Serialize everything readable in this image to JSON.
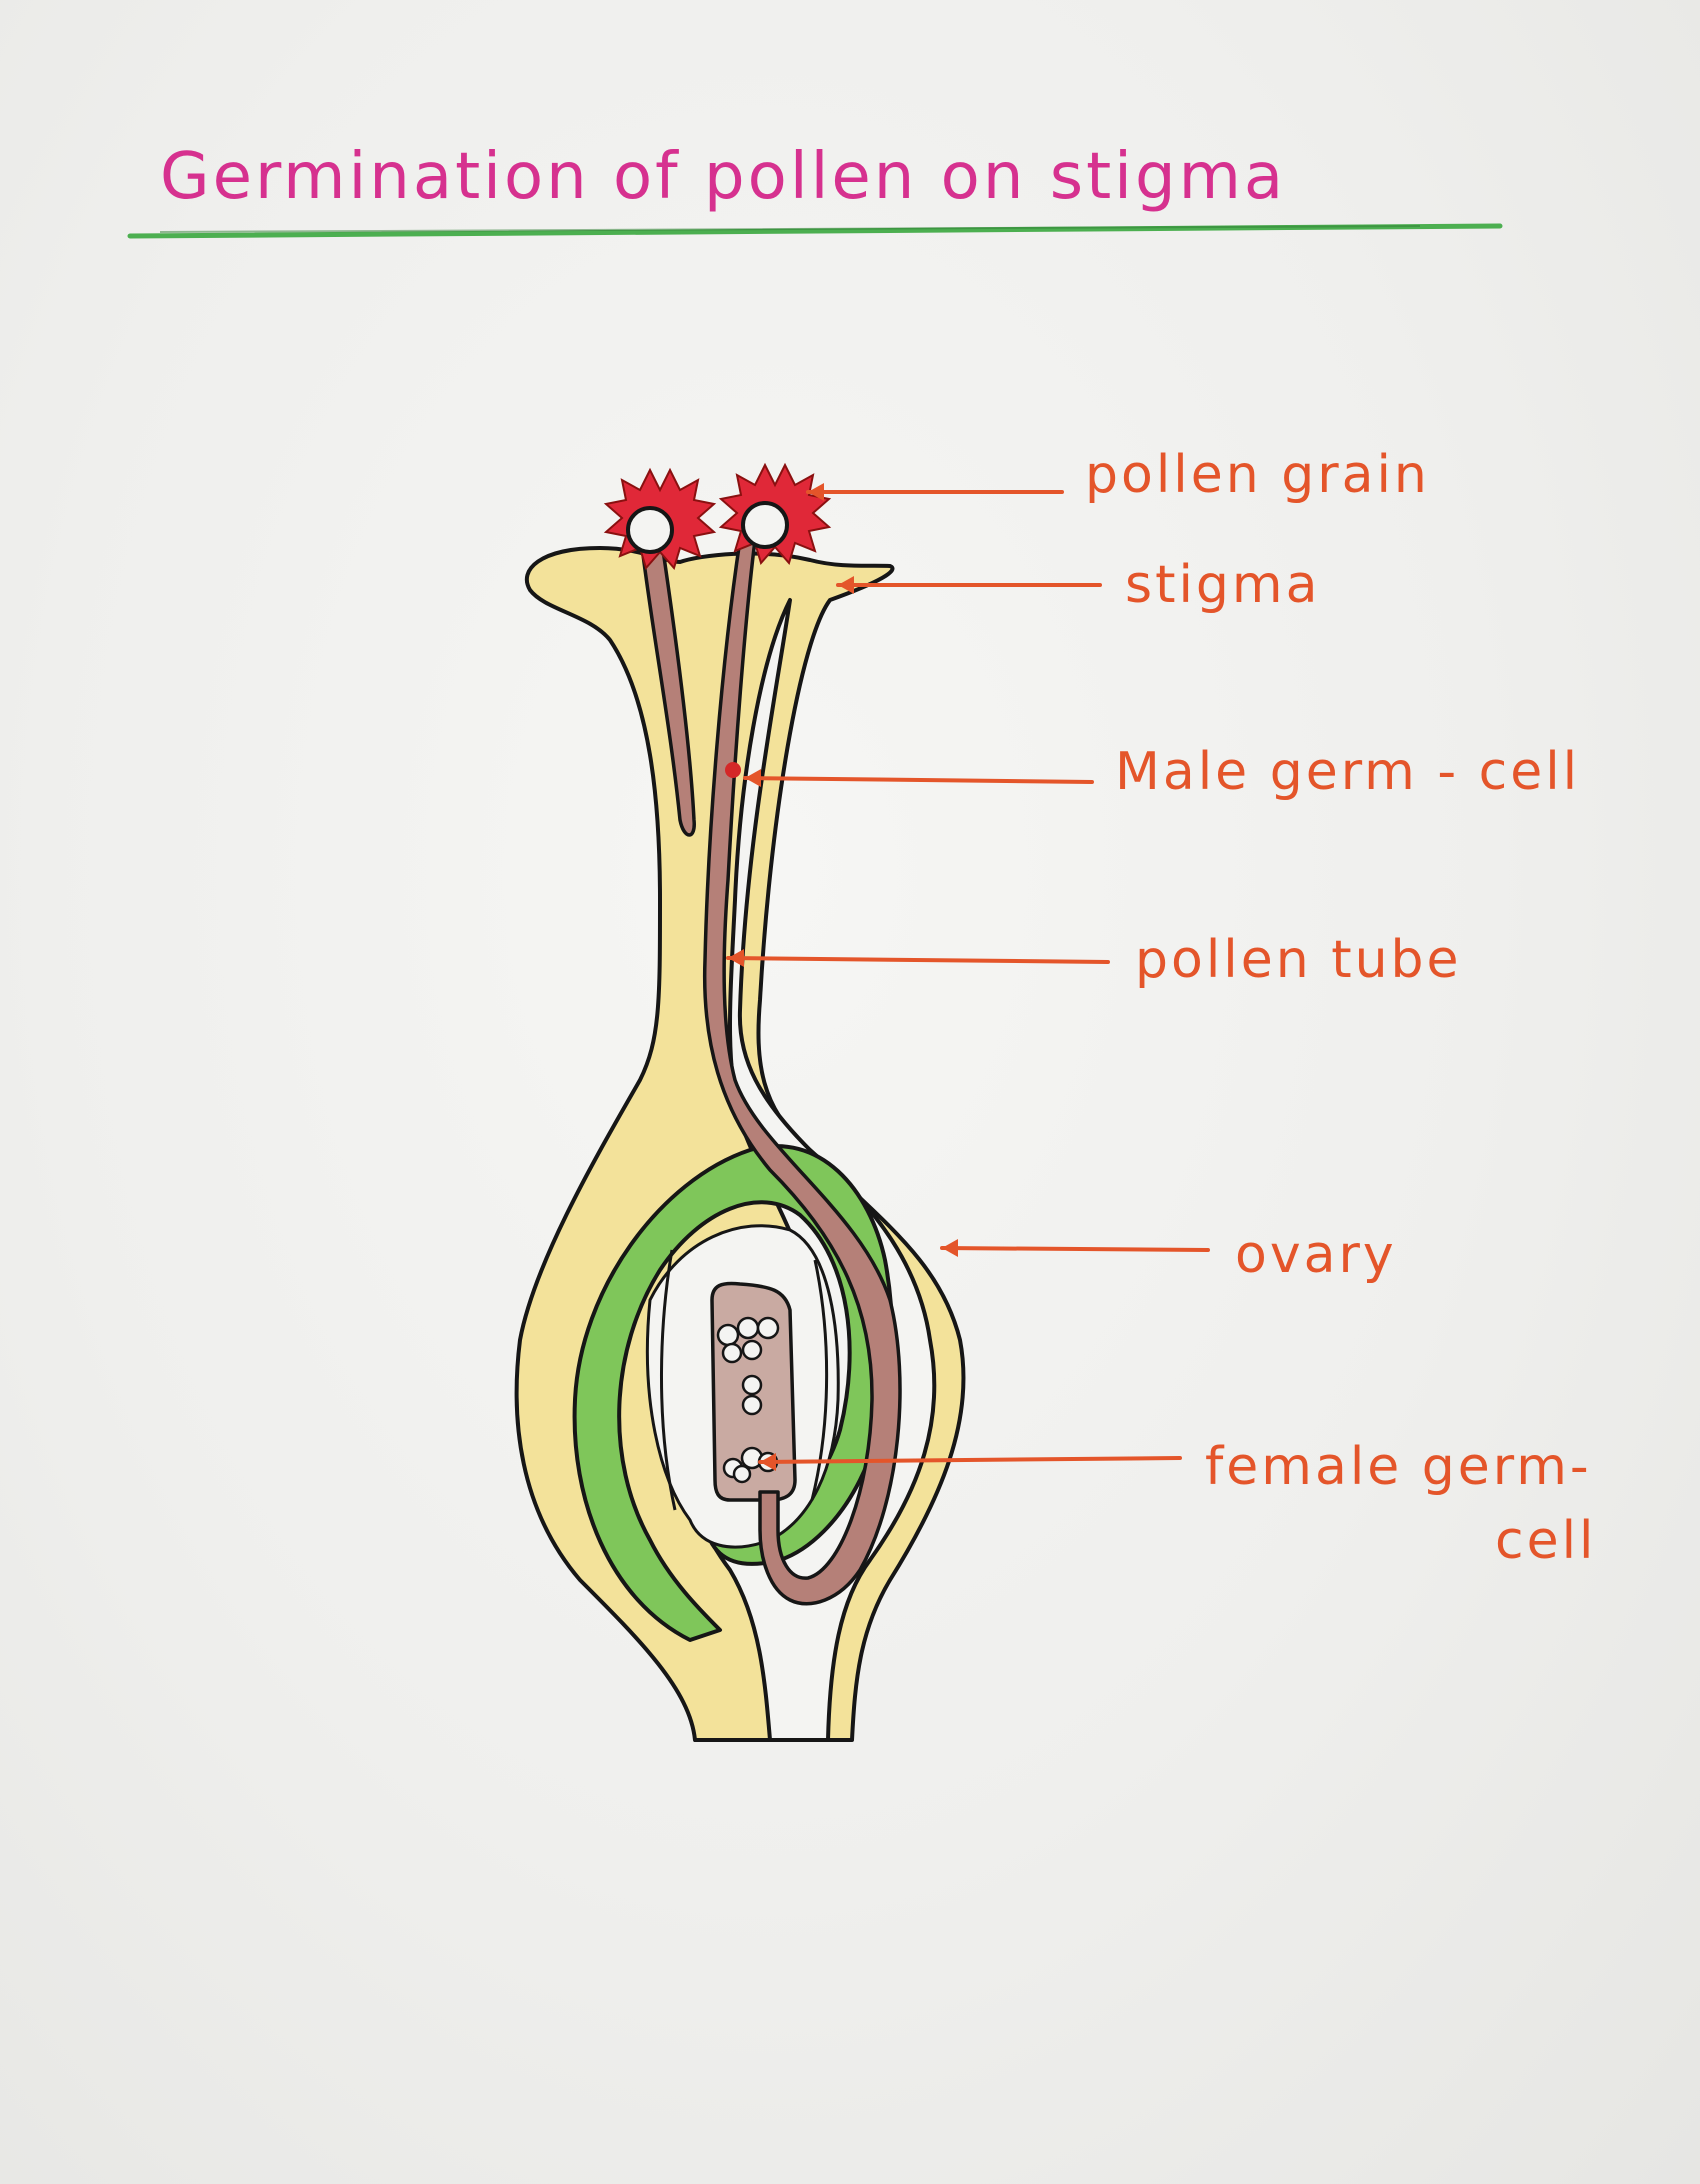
{
  "title": "Germination of pollen on stigma",
  "labels": {
    "pollen_grain": "pollen grain",
    "stigma": "stigma",
    "male_germ_cell": "Male germ - cell",
    "pollen_tube": "pollen tube",
    "ovary": "ovary",
    "female_germ_cell_line1": "female germ-",
    "female_germ_cell_line2": "cell"
  },
  "colors": {
    "title": "#d6318f",
    "underline": "#4caf50",
    "labels": "#e4552a",
    "style_fill": "#f3e29a",
    "ovule_wall": "#6fc04a",
    "pollen_tube": "#b07a72",
    "pollen_grain": "#e02838",
    "outline": "#161616"
  }
}
